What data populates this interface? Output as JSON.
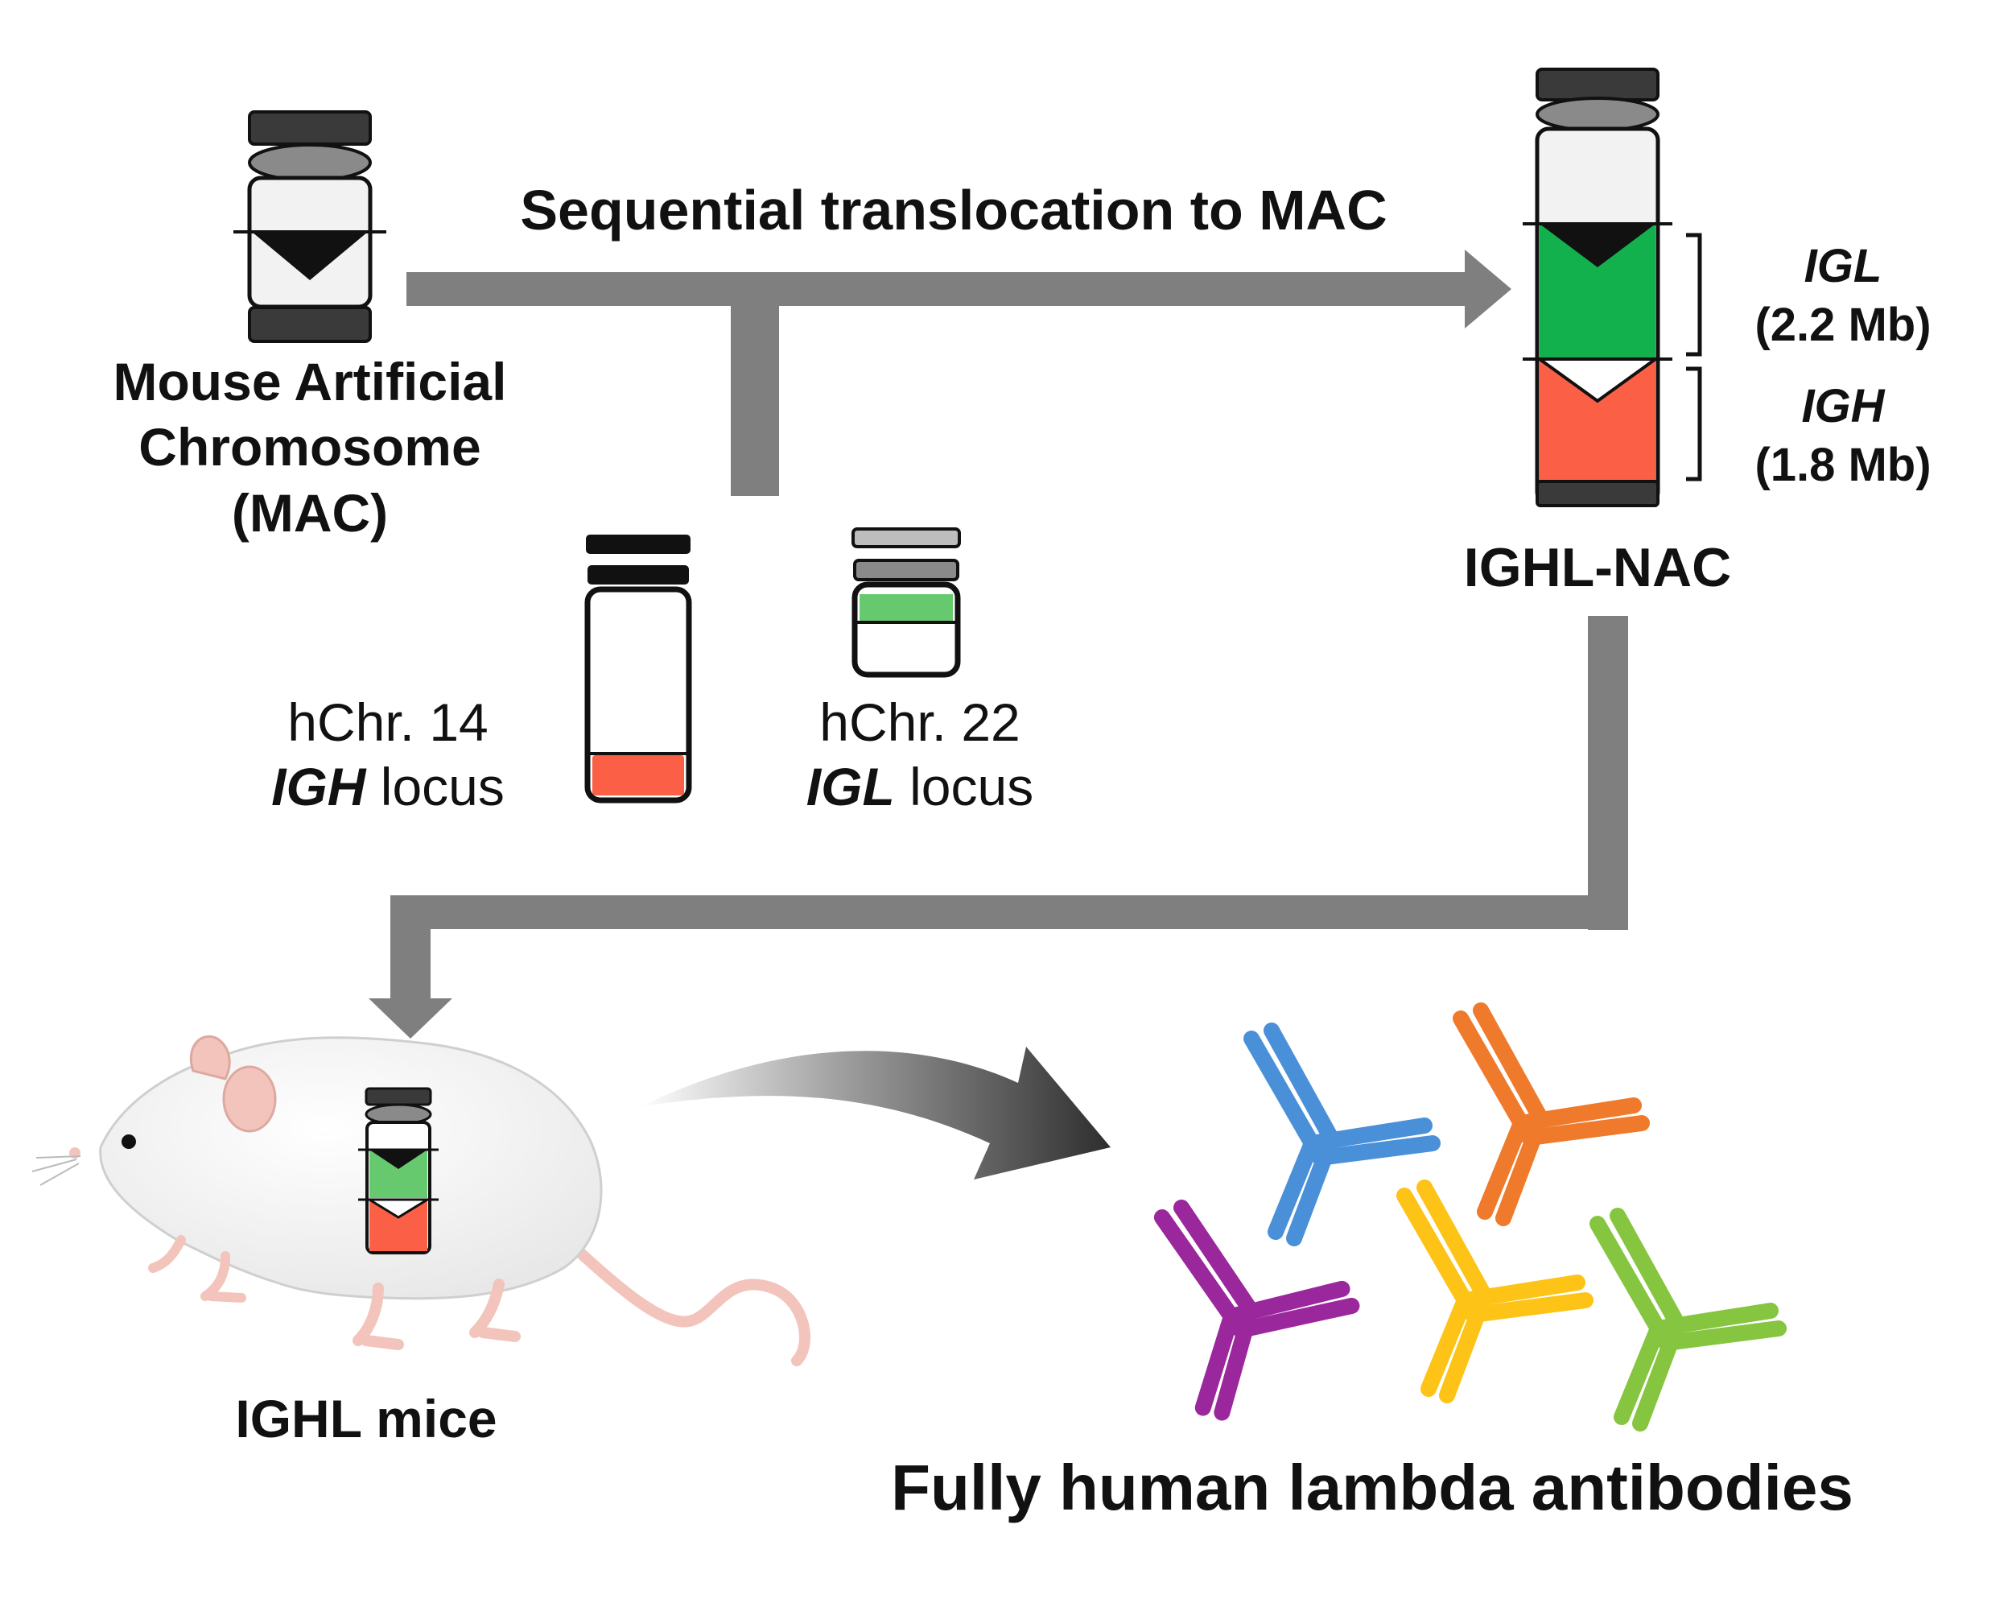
{
  "labels": {
    "mac_line1": "Mouse Artificial",
    "mac_line2": "Chromosome",
    "mac_line3": "(MAC)",
    "arrow_title": "Sequential translocation to MAC",
    "hchr14_line1": "hChr. 14",
    "hchr14_gene": "IGH",
    "hchr14_locus": " locus",
    "hchr22_line1": "hChr. 22",
    "hchr22_gene": "IGL",
    "hchr22_locus": " locus",
    "nac_label": "IGHL-NAC",
    "igl_gene": "IGL",
    "igl_size": "(2.2 Mb)",
    "igh_gene": "IGH",
    "igh_size": "(1.8 Mb)",
    "mice_label": "IGHL mice",
    "antibodies_label": "Fully human lambda antibodies"
  },
  "colors": {
    "igl_green": "#13b04e",
    "igh_red": "#fb6047",
    "arrow_gray": "#7f7f7f",
    "cap_dark": "#3a3a3a",
    "cap_gray": "#8a8a8a",
    "light_green": "#66c96d",
    "mouse_body": "#f3f3f3",
    "mouse_pink": "#f3c4bb"
  },
  "antibodies": [
    {
      "color": "#4a90d9",
      "name": "blue"
    },
    {
      "color": "#ef7a2b",
      "name": "orange"
    },
    {
      "color": "#9b279c",
      "name": "purple"
    },
    {
      "color": "#fdc316",
      "name": "yellow"
    },
    {
      "color": "#86c540",
      "name": "green"
    }
  ]
}
